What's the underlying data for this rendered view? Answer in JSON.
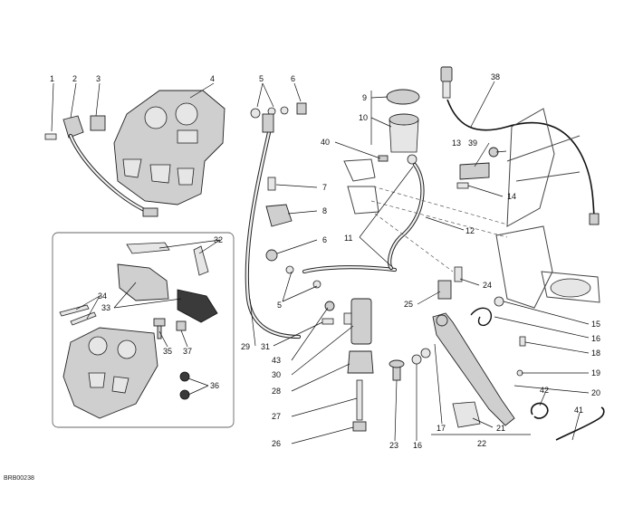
{
  "image_code": "BRB00238",
  "callouts": {
    "c1": "1",
    "c2": "2",
    "c3": "3",
    "c4": "4",
    "c5a": "5",
    "c5b": "5",
    "c6a": "6",
    "c6b": "6",
    "c7": "7",
    "c8": "8",
    "c9": "9",
    "c10": "10",
    "c11": "11",
    "c12": "12",
    "c13": "13",
    "c14": "14",
    "c15": "15",
    "c16a": "16",
    "c16b": "16",
    "c17": "17",
    "c18": "18",
    "c19": "19",
    "c20": "20",
    "c21": "21",
    "c22": "22",
    "c23": "23",
    "c24": "24",
    "c25": "25",
    "c26": "26",
    "c27": "27",
    "c28": "28",
    "c29": "29",
    "c30": "30",
    "c31": "31",
    "c32": "32",
    "c33": "33",
    "c34": "34",
    "c35": "35",
    "c36": "36",
    "c37": "37",
    "c38": "38",
    "c39": "39",
    "c40": "40",
    "c41": "41",
    "c42": "42",
    "c43": "43"
  }
}
